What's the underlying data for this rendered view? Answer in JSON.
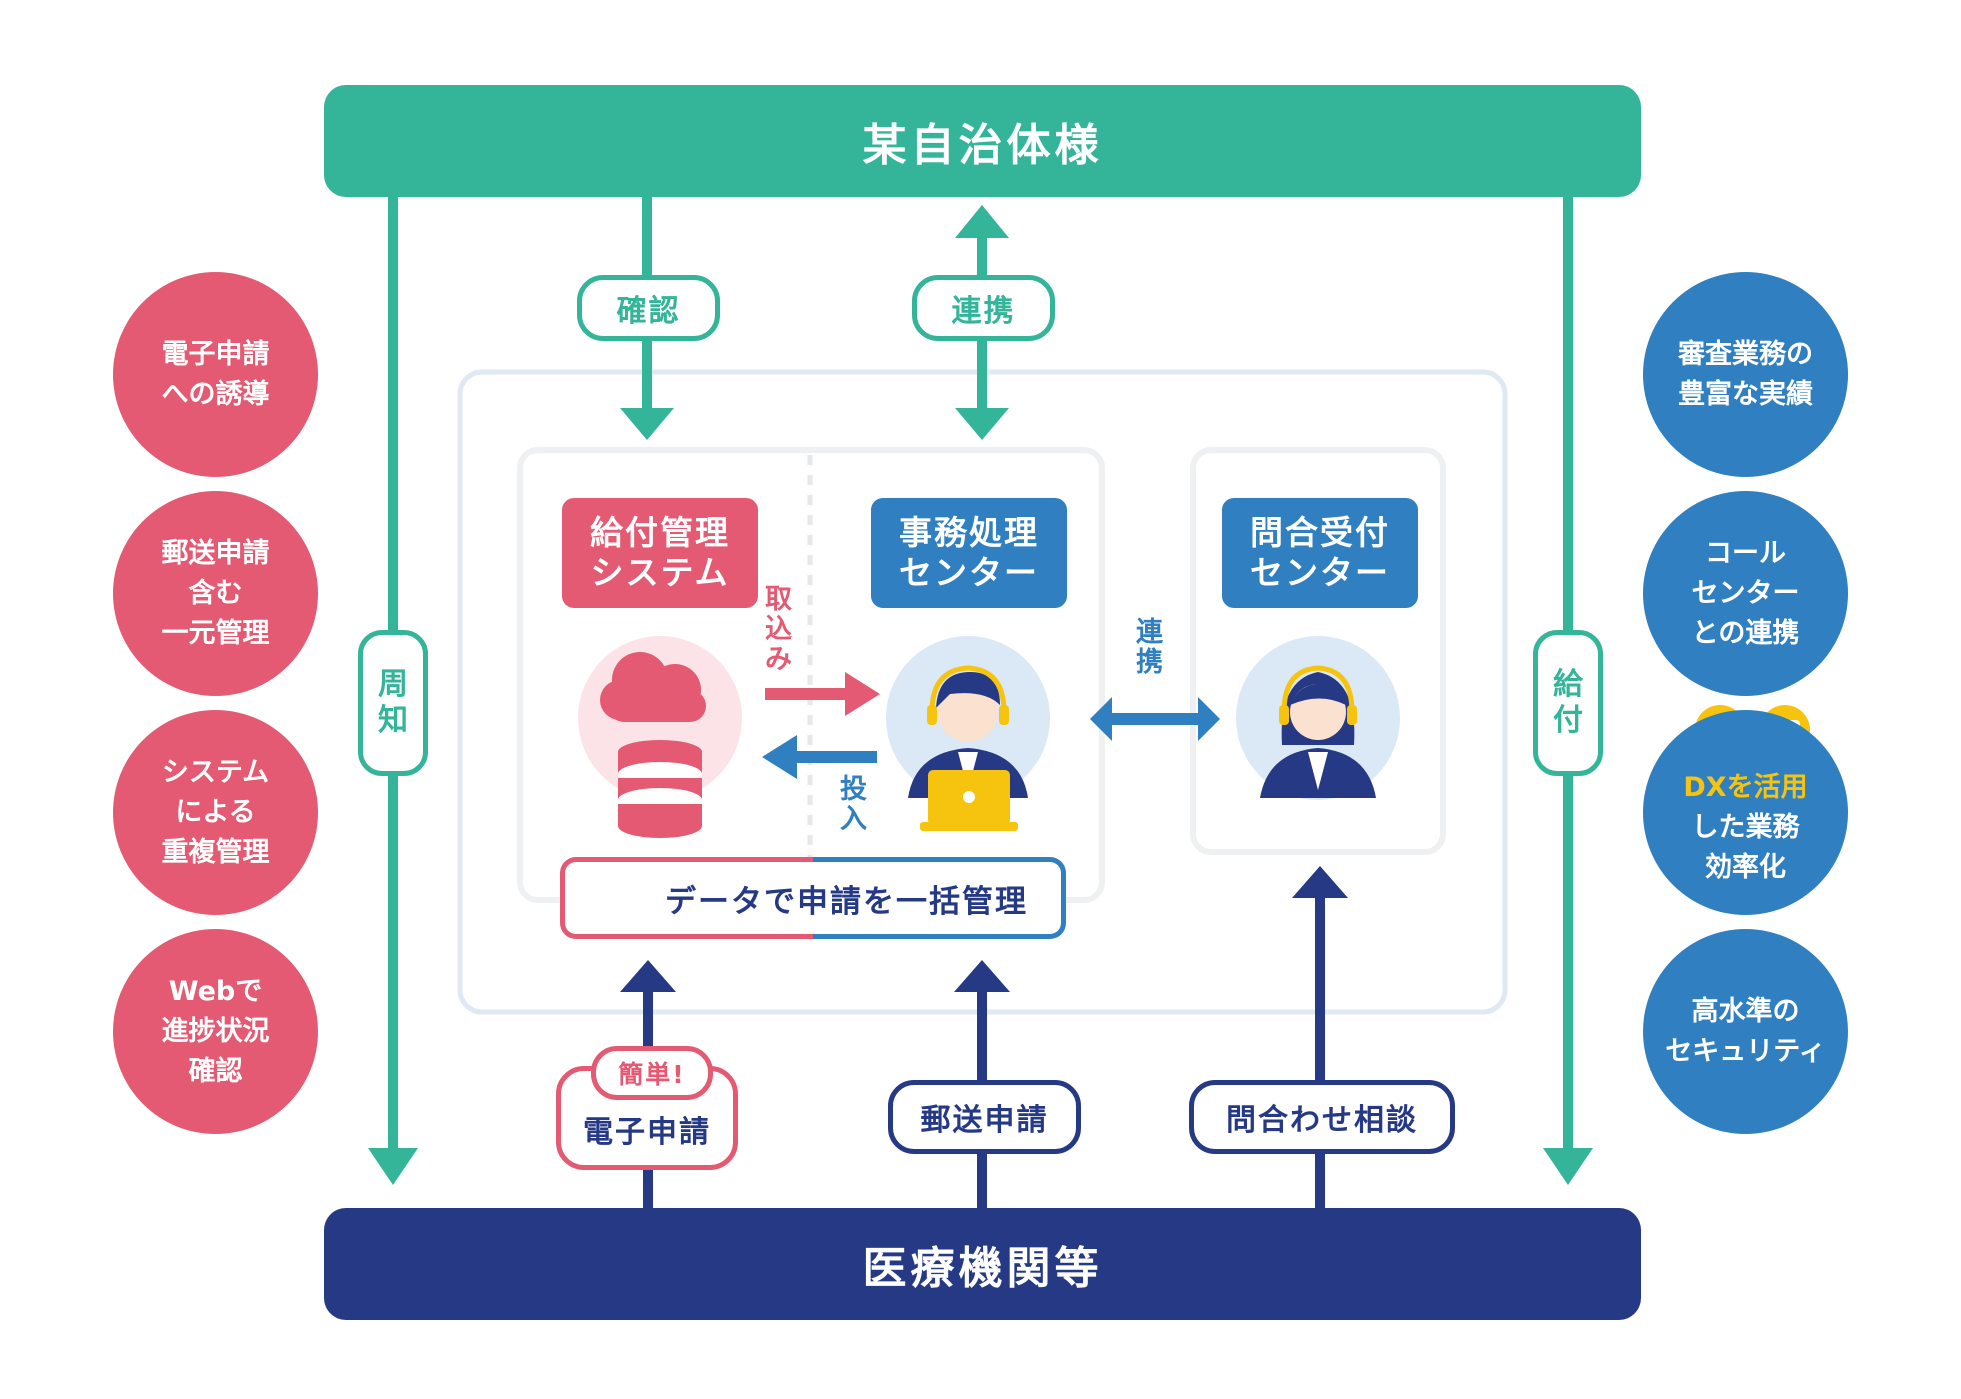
{
  "top_bar": {
    "label": "某自治体様",
    "color": "#34b59a"
  },
  "bottom_bar": {
    "label": "医療機関等",
    "color": "#263985"
  },
  "left_circles": [
    {
      "lines": [
        "電子申請",
        "への誘導"
      ]
    },
    {
      "lines": [
        "郵送申請",
        "含む",
        "一元管理"
      ]
    },
    {
      "lines": [
        "システム",
        "による",
        "重複管理"
      ]
    },
    {
      "lines": [
        "Webで",
        "進捗状況",
        "確認"
      ]
    }
  ],
  "right_circles": [
    {
      "lines": [
        "審査業務の",
        "豊富な実績"
      ]
    },
    {
      "lines": [
        "コール",
        "センター",
        "との連携"
      ]
    },
    {
      "lines": [
        "DXを活用",
        "した業務",
        "効率化"
      ]
    },
    {
      "lines": [
        "高水準の",
        "セキュリティ"
      ]
    }
  ],
  "side_labels": {
    "left": [
      "周",
      "知"
    ],
    "right": [
      "給",
      "付"
    ]
  },
  "top_pills": {
    "confirm": "確認",
    "link": "連携"
  },
  "boxes": {
    "system": [
      "給付管理",
      "システム"
    ],
    "office": [
      "事務処理",
      "センター"
    ],
    "inquiry": [
      "問合受付",
      "センター"
    ]
  },
  "arrow_labels": {
    "import": [
      "取",
      "込",
      "み"
    ],
    "input": [
      "投",
      "入"
    ],
    "link": [
      "連",
      "携"
    ]
  },
  "data_bar": {
    "label": "データで申請を一括管理"
  },
  "bottom_pills": {
    "easy_tag": "簡単!",
    "electronic": "電子申請",
    "postal": "郵送申請",
    "inquiry": "問合わせ相談"
  },
  "colors": {
    "green": "#34b59a",
    "navy": "#263985",
    "red": "#e45a72",
    "blue": "#2f7fc1",
    "yellow": "#f6c40f"
  }
}
